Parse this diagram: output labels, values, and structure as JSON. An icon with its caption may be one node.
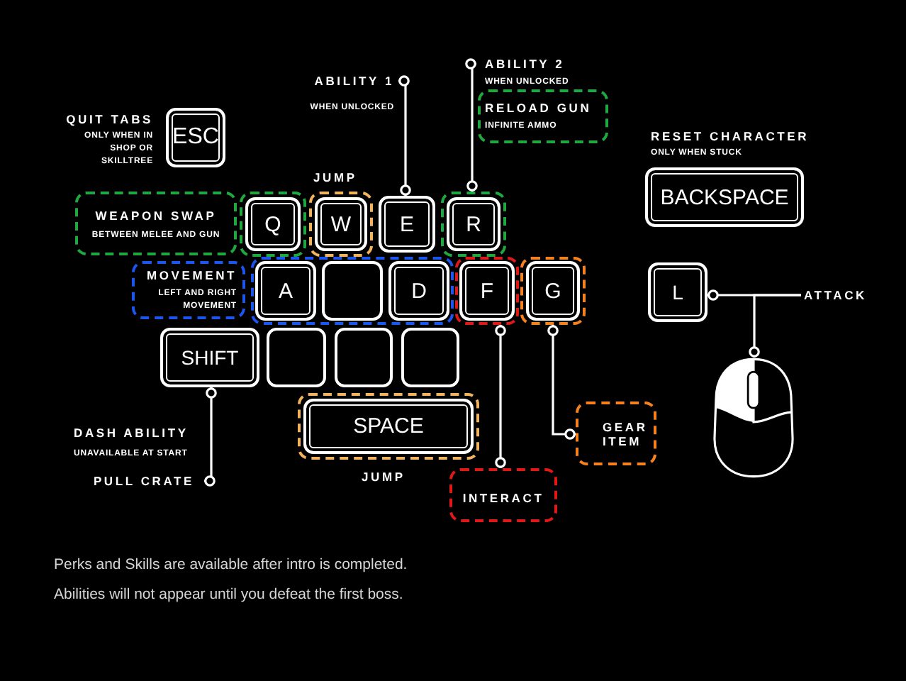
{
  "diagram": {
    "nodes": [
      {
        "text": [
          "ABILITY 1",
          "WHEN UNLOCKED"
        ]
      },
      {
        "text": [
          "ABILITY 2",
          "WHEN UNLOCKED"
        ]
      },
      {
        "text": [
          "RELOAD GUN",
          "INFINITE AMMO"
        ]
      },
      {
        "text": [
          "ESC"
        ],
        "beside": [
          "QUIT TABS",
          "ONLY WHEN IN SHOP OR SKILLTREE"
        ]
      },
      {
        "text": [
          "BACKSPACE"
        ],
        "beside": [
          "RESET CHARACTER",
          "ONLY WHEN STUCK"
        ]
      },
      {
        "text": [
          "WEAPON SWAP",
          "BETWEEN MELEE AND GUN"
        ]
      },
      {
        "text": [],
        "shape": "box"
      },
      {
        "text": [
          "Q"
        ],
        "in": 6
      },
      {
        "text": [],
        "shape": "box"
      },
      {
        "text": [
          "W"
        ],
        "in": 8,
        "beside": [
          "JUMP"
        ]
      },
      {
        "text": [
          "E"
        ]
      },
      {
        "text": [],
        "shape": "box"
      },
      {
        "text": [
          "R"
        ],
        "in": 11
      },
      {
        "text": [
          "MOVEMENT",
          "LEFT AND RIGHT MOVEMENT"
        ]
      },
      {
        "text": [],
        "shape": "box"
      },
      {
        "text": [
          "A"
        ],
        "in": 14
      },
      {
        "text": [],
        "shape": "box",
        "in": 14
      },
      {
        "text": [
          "D"
        ],
        "in": 14
      },
      {
        "text": [],
        "shape": "box"
      },
      {
        "text": [
          "F"
        ],
        "in": 18
      },
      {
        "text": [],
        "shape": "box"
      },
      {
        "text": [
          "G"
        ],
        "in": 20
      },
      {
        "text": [
          "L"
        ]
      },
      {
        "text": [
          "ATTACK"
        ]
      },
      {
        "text": [
          "SHIFT"
        ]
      },
      {
        "text": [],
        "shape": "box"
      },
      {
        "text": [],
        "shape": "box"
      },
      {
        "text": [],
        "shape": "box"
      },
      {
        "text": [],
        "shape": "picture"
      },
      {
        "text": [],
        "shape": "box"
      },
      {
        "text": [
          "SPACE"
        ],
        "in": 29,
        "beside": [
          "JUMP"
        ]
      },
      {
        "text": [
          "GEAR ITEM"
        ]
      },
      {
        "text": [
          "PULL CRATE"
        ]
      },
      {
        "text": [
          "INTERACT"
        ]
      }
    ],
    "edges": [
      {
        "from": 10,
        "to": 0,
        "arrow": "other"
      },
      {
        "from": 12,
        "to": 1,
        "arrow": "other"
      },
      {
        "from": 19,
        "to": 33,
        "arrow": "other"
      },
      {
        "from": 21,
        "to": 31,
        "arrow": "other"
      },
      {
        "from": 24,
        "to": 32,
        "arrow": "other"
      },
      {
        "from": 22,
        "to": 23,
        "arrow": "other"
      },
      {
        "from": 28,
        "to": 23,
        "arrow": "other"
      }
    ],
    "labels": [
      "DASH ABILITY",
      "UNAVAILABLE AT START",
      "Perks and Skills are available after intro is completed.",
      "Abilities will not appear until you defeat the first boss."
    ]
  }
}
